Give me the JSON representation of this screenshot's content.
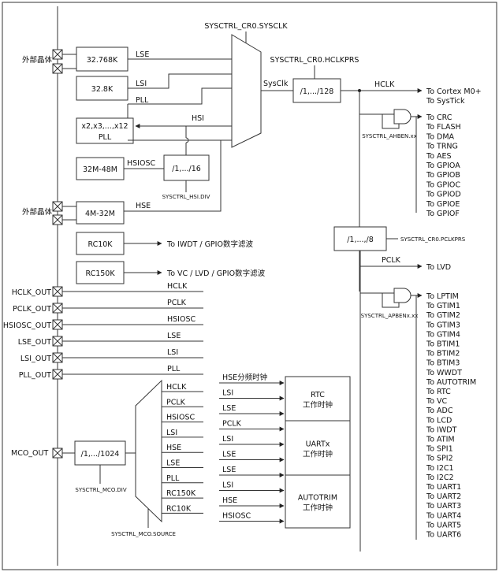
{
  "top": {
    "sysclk_sel": "SYSCTRL_CR0.SYSCLK",
    "hclkprs": "SYSCTRL_CR0.HCLKPRS",
    "pclkprs": "SYSCTRL_CR0.PCLKPRS",
    "ahben": "SYSCTRL_AHBEN.xx",
    "apben": "SYSCTRL_APBENx.xx",
    "hsi_div_reg": "SYSCTRL_HSI.DIV",
    "mco_div_reg": "SYSCTRL_MCO.DIV",
    "mco_src_reg": "SYSCTRL_MCO.SOURCE"
  },
  "pins": {
    "ext1": "外部晶体",
    "ext2": "外部晶体",
    "hclk_out": "HCLK_OUT",
    "pclk_out": "PCLK_OUT",
    "hsiosc_out": "HSIOSC_OUT",
    "lse_out": "LSE_OUT",
    "lsi_out": "LSI_OUT",
    "pll_out": "PLL_OUT",
    "mco_out": "MCO_OUT"
  },
  "sources": {
    "lse_box": "32.768K",
    "lsi_box": "32.8K",
    "pll_box_1": "x2,x3,...,x12",
    "pll_box_2": "PLL",
    "hsiosc_box": "32M-48M",
    "hsi_div_box": "/1,.../16",
    "hse_box": "4M-32M",
    "rc10k_box": "RC10K",
    "rc150k_box": "RC150K"
  },
  "wires": {
    "lse": "LSE",
    "lsi": "LSI",
    "pll": "PLL",
    "hsi": "HSI",
    "hsiosc": "HSIOSC",
    "hse": "HSE",
    "sysclk": "SysClk",
    "hclk": "HCLK",
    "pclk": "PCLK",
    "rc10k_dest": "To IWDT / GPIO数字滤波",
    "rc150k_dest": "To VC / LVD / GPIO数字滤波"
  },
  "dividers": {
    "hclk_div": "/1,.../128",
    "pclk_div": "/1,...,/8",
    "mco_div": "/1,.../1024"
  },
  "outs": [
    "HCLK",
    "PCLK",
    "HSIOSC",
    "LSE",
    "LSI",
    "PLL"
  ],
  "mco_inputs": [
    "HCLK",
    "PCLK",
    "HSIOSC",
    "LSI",
    "HSE",
    "LSE",
    "PLL",
    "RC150K",
    "RC10K"
  ],
  "periph_inputs": [
    "HSE分频时钟",
    "LSI",
    "LSE",
    "PCLK",
    "LSI",
    "LSE",
    "LSE",
    "LSI",
    "HSE",
    "HSIOSC"
  ],
  "periph_boxes": [
    {
      "l1": "RTC",
      "l2": "工作时钟"
    },
    {
      "l1": "UARTx",
      "l2": "工作时钟"
    },
    {
      "l1": "AUTOTRIM",
      "l2": "工作时钟"
    }
  ],
  "hclk_dest": [
    "To Cortex M0+",
    "To SysTick"
  ],
  "ahb_dest": [
    "To CRC",
    "To FLASH",
    "To DMA",
    "To TRNG",
    "To AES",
    "To GPIOA",
    "To GPIOB",
    "To GPIOC",
    "To GPIOD",
    "To GPIOE",
    "To GPIOF"
  ],
  "pclk_dest": "To LVD",
  "apb_dest": [
    "To LPTIM",
    "To GTIM1",
    "To GTIM2",
    "To GTIM3",
    "To GTIM4",
    "To BTIM1",
    "To BTIM2",
    "To BTIM3",
    "To WWDT",
    "To AUTOTRIM",
    "To RTC",
    "To VC",
    "To ADC",
    "To LCD",
    "To IWDT",
    "To ATIM",
    "To SPI1",
    "To SPI2",
    "To I2C1",
    "To I2C2",
    "To UART1",
    "To UART2",
    "To UART3",
    "To UART4",
    "To UART5",
    "To UART6"
  ]
}
